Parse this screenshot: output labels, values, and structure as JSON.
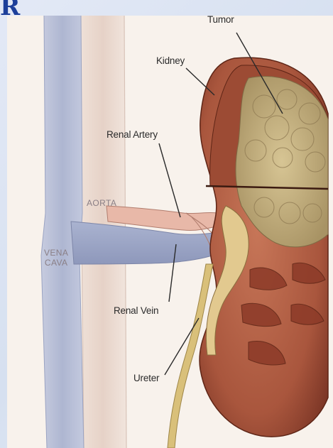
{
  "corner_mark": "R",
  "labels": {
    "tumor": "Tumor",
    "kidney": "Kidney",
    "renal_artery": "Renal Artery",
    "aorta": "AORTA",
    "vena_cava_line1": "VENA",
    "vena_cava_line2": "CAVA",
    "renal_vein": "Renal Vein",
    "ureter": "Ureter"
  },
  "colors": {
    "background_frame": "#dfe7f3",
    "panel": "#f8f2ec",
    "vena_cava": "#b7bfd8",
    "aorta": "#eedfd6",
    "kidney_flesh": "#b2624a",
    "kidney_dark": "#7c3626",
    "tumor": "#c8b486",
    "ureter": "#d9c07a",
    "renal_artery": "#e8b8a8",
    "corner_mark": "#1d3f9a"
  }
}
